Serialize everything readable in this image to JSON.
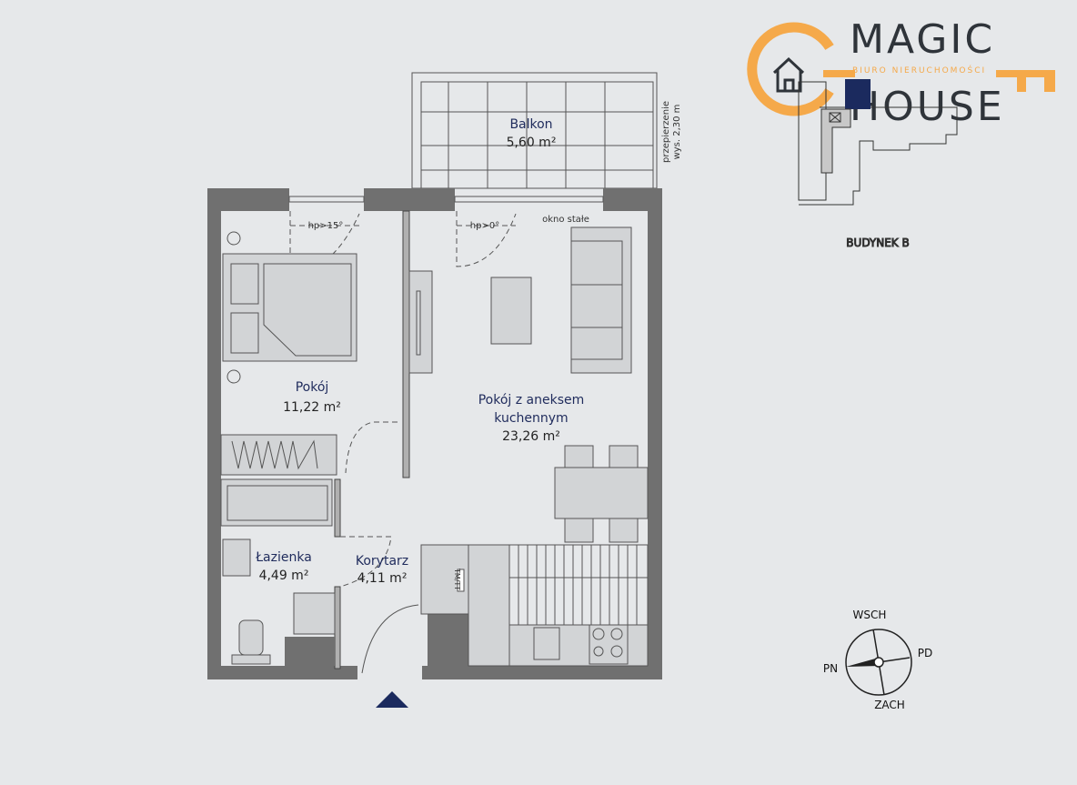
{
  "logo": {
    "line1": "MAGIC",
    "tagline": "BIURO NIERUCHOMOŚCI",
    "line2": "HOUSE",
    "accent": "#f5a94a",
    "text_color": "#2f343a"
  },
  "building": {
    "label": "BUDYNEK B",
    "highlight": "#1b2a5e"
  },
  "rooms": {
    "balcony": {
      "name": "Balkon",
      "area": "5,60 m²"
    },
    "bedroom": {
      "name": "Pokój",
      "area": "11,22 m²"
    },
    "living": {
      "name_line1": "Pokój z aneksem",
      "name_line2": "kuchennym",
      "area": "23,26 m²"
    },
    "bathroom": {
      "name": "Łazienka",
      "area": "4,49 m²"
    },
    "corridor": {
      "name": "Korytarz",
      "area": "4,11 m²"
    }
  },
  "annotations": {
    "partition_line1": "przepierzenie",
    "partition_line2": "wys. 2,30 m",
    "window_bedroom": "hp>15°",
    "window_living": "hp>0°",
    "fixed_window": "okno stałe",
    "tm_tt": "TM/TT"
  },
  "compass": {
    "east": "WSCH",
    "south": "PD",
    "north": "PN",
    "west": "ZACH"
  },
  "colors": {
    "walls": "#707070",
    "labels": "#1f2b5c",
    "entrance": "#1b2a5e"
  }
}
